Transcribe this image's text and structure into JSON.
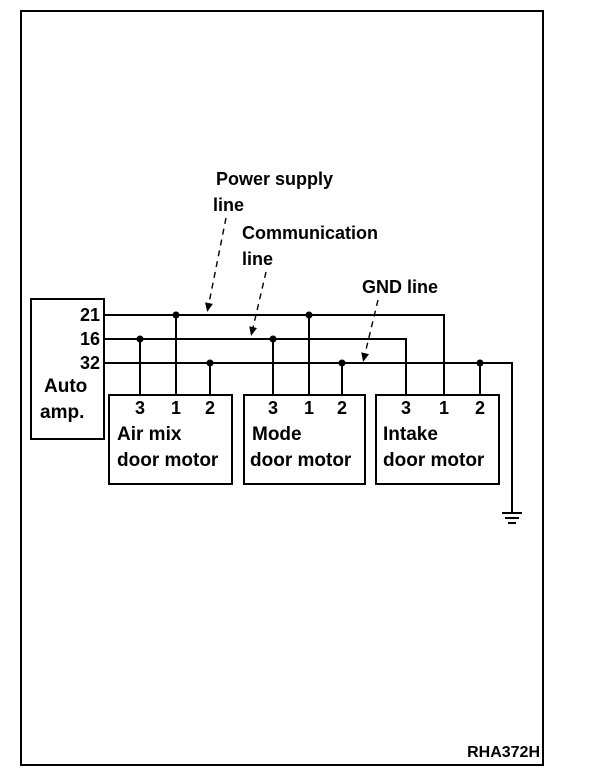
{
  "annotations": {
    "power_supply_line_1": "Power supply",
    "power_supply_line_2": "line",
    "communication_line_1": "Communication",
    "communication_line_2": "line",
    "gnd_line": "GND line"
  },
  "auto_amp": {
    "label_1": "Auto",
    "label_2": "amp.",
    "terminals": [
      "21",
      "16",
      "32"
    ]
  },
  "motors": [
    {
      "name_1": "Air mix",
      "name_2": "door motor",
      "pins": [
        "3",
        "1",
        "2"
      ]
    },
    {
      "name_1": "Mode",
      "name_2": "door motor",
      "pins": [
        "3",
        "1",
        "2"
      ]
    },
    {
      "name_1": "Intake",
      "name_2": "door motor",
      "pins": [
        "3",
        "1",
        "2"
      ]
    }
  ],
  "figure_code": "RHA372H"
}
